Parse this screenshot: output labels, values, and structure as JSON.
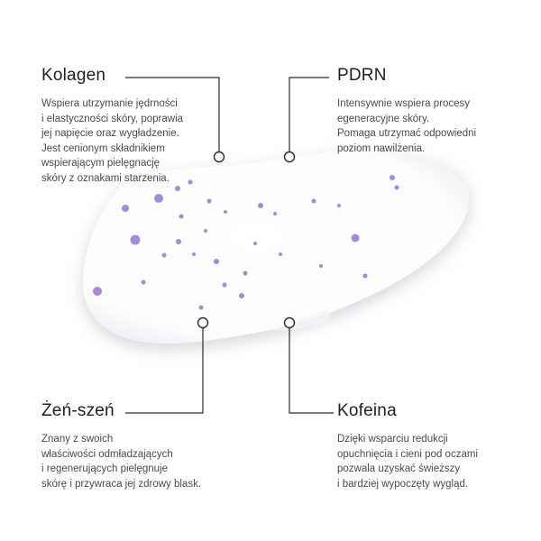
{
  "callouts": {
    "kolagen": {
      "title": "Kolagen",
      "lines": [
        "Wspiera utrzymanie jędrności",
        "i elastyczności skóry, poprawia",
        "jej napięcie oraz wygładzenie.",
        "Jest cenionym składnikiem",
        "wspierającym pielęgnację",
        "skóry z oznakami starzenia."
      ]
    },
    "pdrn": {
      "title": "PDRN",
      "lines": [
        "Intensywnie wspiera procesy",
        "egeneracyjne skóry.",
        "Pomaga utrzymać odpowiedni",
        "poziom nawilżenia."
      ]
    },
    "zen_szen": {
      "title": "Żeń-szeń",
      "lines": [
        "Znany z swoich",
        "właściwości odmładzających",
        "i regenerujących pielęgnuje",
        "skórę i przywraca jej zdrowy blask."
      ]
    },
    "kofeina": {
      "title": "Kofeina",
      "lines": [
        "Dzięki wsparciu redukcji",
        "opuchnięcia i cieni pod oczami",
        "pozwala uzyskać świeższy",
        "i bardziej wypoczęty wygląd."
      ]
    }
  },
  "colors": {
    "cream": "#ffffff",
    "speckle": "#a58ad8",
    "line": "#2a2a2a"
  }
}
